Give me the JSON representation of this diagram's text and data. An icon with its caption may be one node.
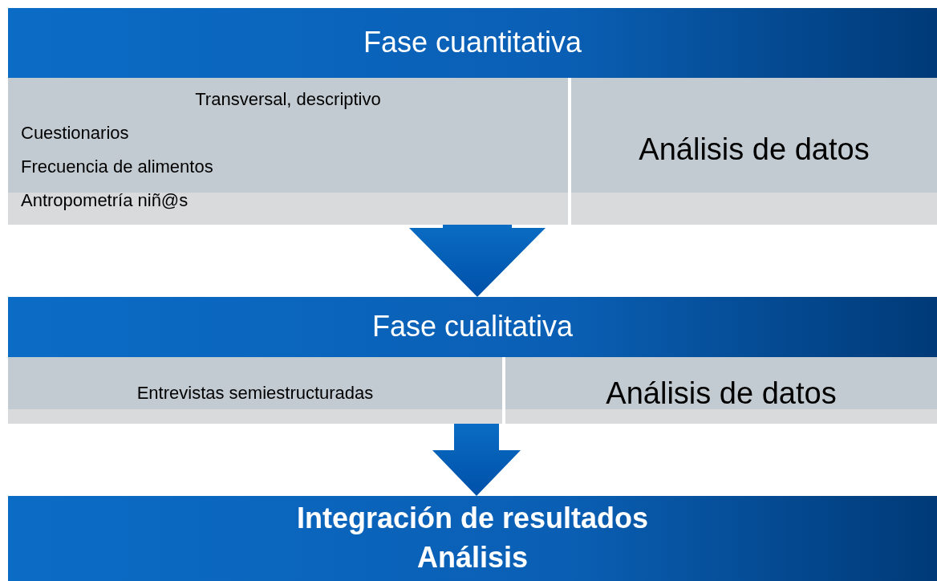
{
  "diagram": {
    "nodes": [
      {
        "text": [
          "Fase cuantitativa"
        ]
      },
      {
        "text": [
          "Transversal, descriptivo",
          "Cuestionarios",
          "Frecuencia de alimentos",
          "Antropometría niñ@s"
        ]
      },
      {
        "text": [
          "Análisis de datos"
        ]
      },
      {
        "text": [
          "Fase cualitativa"
        ]
      },
      {
        "text": [
          "Entrevistas semiestructuradas"
        ]
      },
      {
        "text": [
          "Análisis de datos"
        ]
      },
      {
        "text": [
          "Integración de resultados",
          "Análisis"
        ]
      }
    ],
    "edges": [
      {
        "from": 1,
        "to": 3,
        "arrow": "to"
      },
      {
        "from": 4,
        "to": 6,
        "arrow": "to"
      }
    ]
  }
}
